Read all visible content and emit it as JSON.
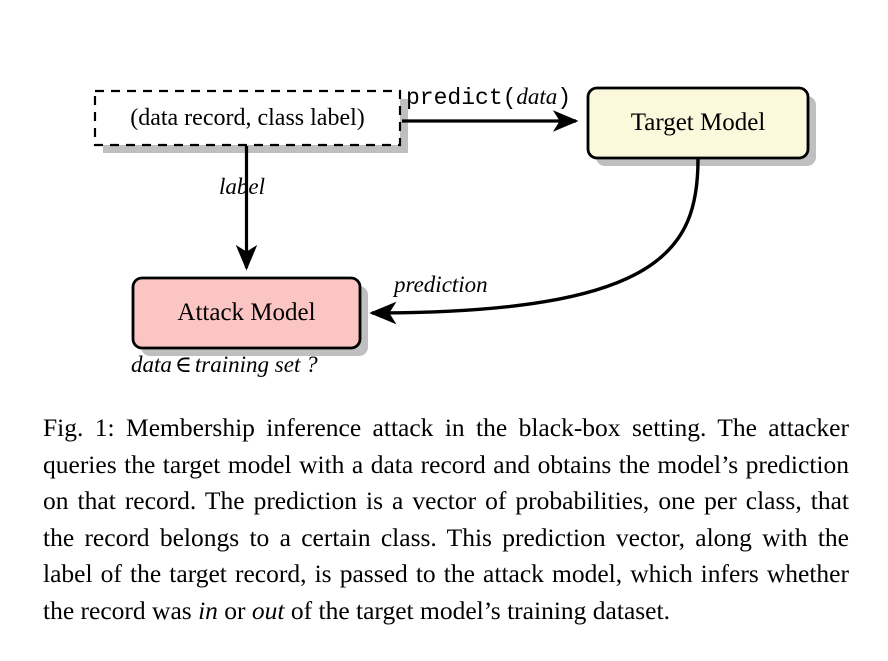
{
  "figure": {
    "nodes": [
      {
        "id": "input-record",
        "label": "(data record, class label)",
        "shape": "dashed-rectangle",
        "fill": "#ffffff",
        "stroke": "#000000",
        "shadow": "#bfbfbf"
      },
      {
        "id": "target-model",
        "label": "Target Model",
        "shape": "rounded-rectangle",
        "fill": "#fbf8dc",
        "stroke": "#000000",
        "shadow": "#bfbfbf"
      },
      {
        "id": "attack-model",
        "label": "Attack Model",
        "shape": "rounded-rectangle",
        "fill": "#fac5c2",
        "stroke": "#000000",
        "shadow": "#bfbfbf"
      }
    ],
    "edges": [
      {
        "id": "predict-edge",
        "from": "input-record",
        "to": "target-model",
        "label_prefix": "predict(",
        "label_arg": "data",
        "label_suffix": ")",
        "style": "straight-arrow"
      },
      {
        "id": "label-edge",
        "from": "input-record",
        "to": "attack-model",
        "label": "label",
        "style": "straight-arrow"
      },
      {
        "id": "prediction-edge",
        "from": "target-model",
        "to": "attack-model",
        "label": "prediction",
        "style": "curved-arrow"
      }
    ],
    "annotations": [
      {
        "id": "membership-question",
        "text_before": "data",
        "symbol": "∈",
        "text_after": "training set ?"
      }
    ]
  },
  "caption": {
    "number": "Fig. 1:",
    "part1": " Membership inference attack in the black-box setting. The attacker queries the target model with a data record and obtains the model’s prediction on that record. The prediction is a vector of probabilities, one per class, that the record belongs to a certain class. This prediction vector, along with the label of the target record, is passed to the attack model, which infers whether the record was ",
    "italic1": "in",
    "part2": " or ",
    "italic2": "out",
    "part3": " of the target model’s training dataset."
  }
}
